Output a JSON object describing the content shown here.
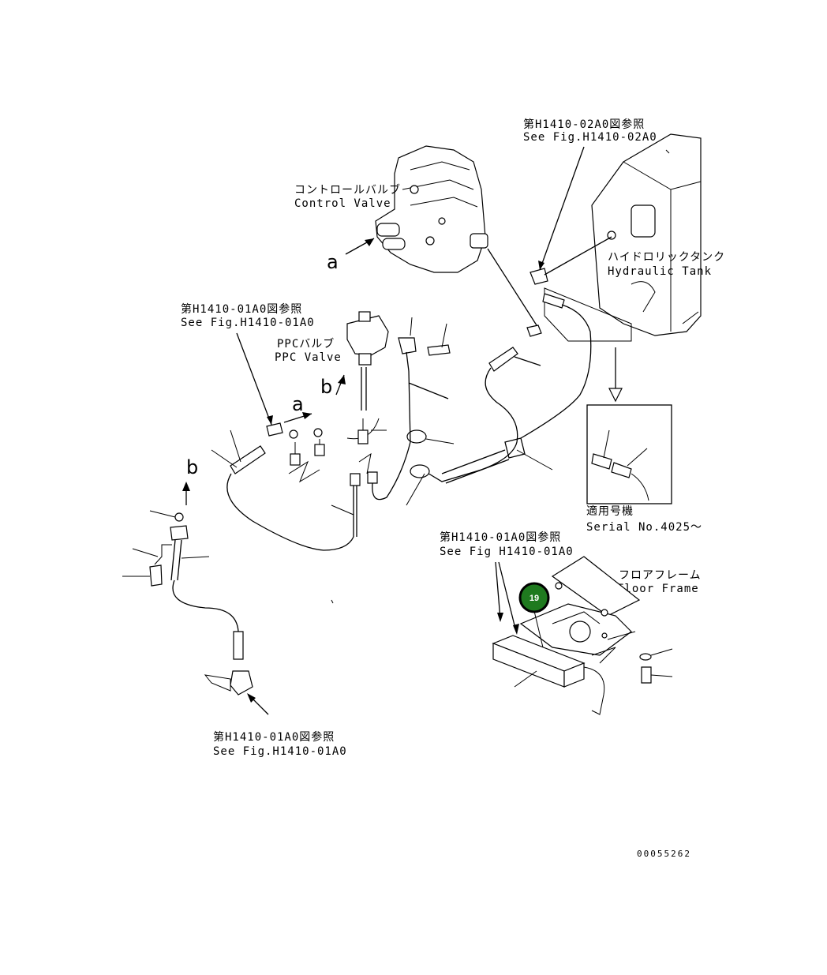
{
  "labels": {
    "ref_02a0_jp": "第H1410-02A0図参照",
    "ref_02a0_en": "See Fig.H1410-02A0",
    "control_valve_jp": "コントロールバルブ",
    "control_valve_en": "Control Valve",
    "hydraulic_tank_jp": "ハイドロリックタンク",
    "hydraulic_tank_en": "Hydraulic Tank",
    "ref_01a0_left_jp": "第H1410-01A0図参照",
    "ref_01a0_left_en": "See Fig.H1410-01A0",
    "ppc_valve_jp": "PPCバルブ",
    "ppc_valve_en": "PPC Valve",
    "serial_jp": "適用号機",
    "serial_en": "Serial No.4025～",
    "ref_01a0_right_jp": "第H1410-01A0図参照",
    "ref_01a0_right_en": "See Fig H1410-01A0",
    "floor_frame_jp": "フロアフレーム",
    "floor_frame_en": "Floor Frame",
    "ref_01a0_bottom_jp": "第H1410-01A0図参照",
    "ref_01a0_bottom_en": "See Fig.H1410-01A0",
    "arrow_a_top": "a",
    "arrow_a_mid": "a",
    "arrow_b_mid": "b",
    "arrow_b_left": "b",
    "drawing_number": "00055262"
  },
  "callout": {
    "number": "19",
    "color": "#1f7a1f"
  }
}
